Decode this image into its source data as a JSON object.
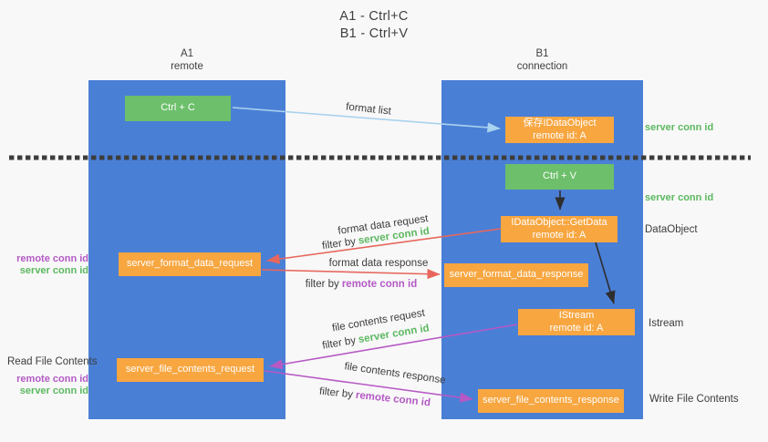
{
  "title": {
    "line1": "A1 - Ctrl+C",
    "line2": "B1 - Ctrl+V"
  },
  "lanes": {
    "left": {
      "name": "A1",
      "subtitle": "remote"
    },
    "right": {
      "name": "B1",
      "subtitle": "connection"
    }
  },
  "nodes": {
    "ctrl_c": {
      "label": "Ctrl + C"
    },
    "save_idataobject": {
      "line1": "保存IDataObject",
      "line2": "remote id: A"
    },
    "ctrl_v": {
      "label": "Ctrl + V"
    },
    "getdata": {
      "line1": "IDataObject::GetData",
      "line2": "remote id: A"
    },
    "server_format_data_request": {
      "label": "server_format_data_request"
    },
    "server_format_data_response": {
      "label": "server_format_data_response"
    },
    "istream": {
      "line1": "IStream",
      "line2": "remote id: A"
    },
    "server_file_contents_request": {
      "label": "server_file_contents_request"
    },
    "server_file_contents_response": {
      "label": "server_file_contents_response"
    }
  },
  "edges": {
    "format_list": {
      "label": "format list"
    },
    "format_data_request": {
      "label": "format data request",
      "filter_prefix": "filter by",
      "filter_key": "server conn id"
    },
    "format_data_response": {
      "label": "format data response",
      "filter_prefix": "filter by",
      "filter_key": "remote conn id"
    },
    "file_contents_request": {
      "label": "file contents request",
      "filter_prefix": "filter by",
      "filter_key": "server conn id"
    },
    "file_contents_response": {
      "label": "file contents response",
      "filter_prefix": "filter by",
      "filter_key": "remote conn id"
    }
  },
  "annotations": {
    "server_conn_id_top": "server conn id",
    "server_conn_id_mid": "server conn id",
    "dataobject": "DataObject",
    "istream": "Istream",
    "write_file_contents": "Write File Contents",
    "read_file_contents": "Read File Contents",
    "format_pair": {
      "remote": "remote conn id",
      "server": "server conn id"
    },
    "file_pair": {
      "remote": "remote conn id",
      "server": "server conn id"
    }
  },
  "colors": {
    "background": "#f8f8f8",
    "lane_blue": "#4a7fd6",
    "node_green": "#6dbf6b",
    "node_orange": "#f7a640",
    "arrow_light_blue": "#a9d3ee",
    "arrow_salmon": "#e7675d",
    "arrow_magenta": "#b659c4",
    "arrow_black": "#2e2e2e",
    "divider_dark": "#3d3d3d",
    "text_green": "#5cb860",
    "text_purple": "#b35ac4",
    "text_dark": "#3c3c3c"
  }
}
